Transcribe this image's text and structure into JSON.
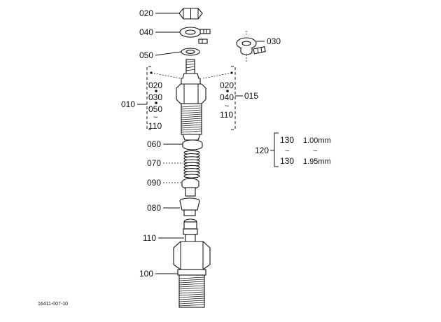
{
  "labels": {
    "p020": "020",
    "p040": "040",
    "p050": "050",
    "p030": "030",
    "p010": "010",
    "p015": "015",
    "p060": "060",
    "p070": "070",
    "p090": "090",
    "p080": "080",
    "p110": "110",
    "p100": "100",
    "p120": "120"
  },
  "group_left": [
    "020",
    "030",
    "050",
    "110"
  ],
  "group_right": [
    "020",
    "040",
    "110"
  ],
  "shim": {
    "from_part": "130",
    "to_part": "130",
    "from_size": "1.00mm",
    "to_size": "1.95mm"
  },
  "range_mark": "~",
  "drawing_number": "16411-007-10"
}
